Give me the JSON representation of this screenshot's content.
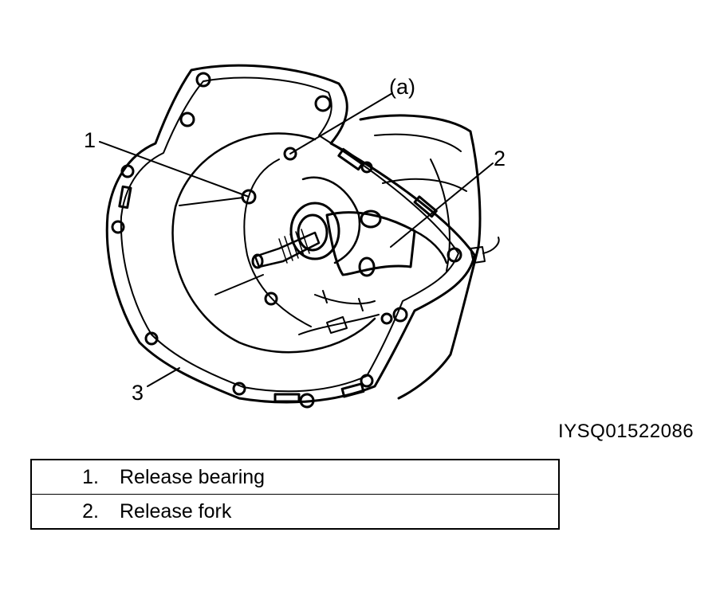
{
  "figure": {
    "callouts": {
      "c1": "1",
      "c2": "2",
      "c3": "3",
      "ca": "(a)"
    },
    "code": "IYSQ01522086"
  },
  "legend": {
    "rows": [
      {
        "num": "1.",
        "text": "Release bearing"
      },
      {
        "num": "2.",
        "text": "Release fork"
      }
    ]
  }
}
